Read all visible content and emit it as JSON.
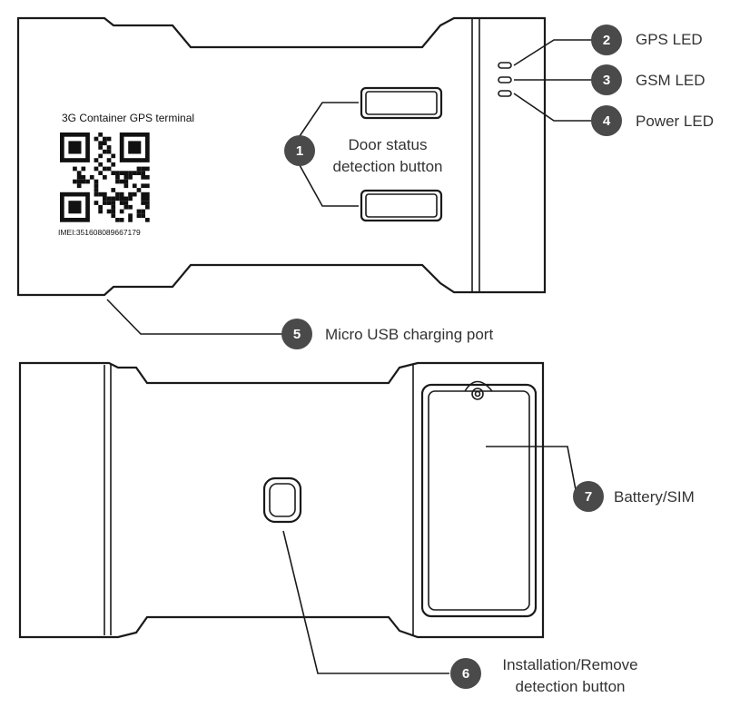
{
  "device_label": {
    "title": "3G Container GPS terminal",
    "imei": "IMEI:351608089667179"
  },
  "callouts": [
    {
      "number": "1",
      "lines": [
        "Door status",
        "detection button"
      ]
    },
    {
      "number": "2",
      "lines": [
        "GPS LED"
      ]
    },
    {
      "number": "3",
      "lines": [
        "GSM LED"
      ]
    },
    {
      "number": "4",
      "lines": [
        "Power LED"
      ]
    },
    {
      "number": "5",
      "lines": [
        "Micro USB charging port"
      ]
    },
    {
      "number": "6",
      "lines": [
        "Installation/Remove",
        "detection button"
      ]
    },
    {
      "number": "7",
      "lines": [
        "Battery/SIM"
      ]
    }
  ],
  "colors": {
    "badge": "#4a4a4a",
    "outline": "#1a1a1a",
    "label": "#333333"
  }
}
